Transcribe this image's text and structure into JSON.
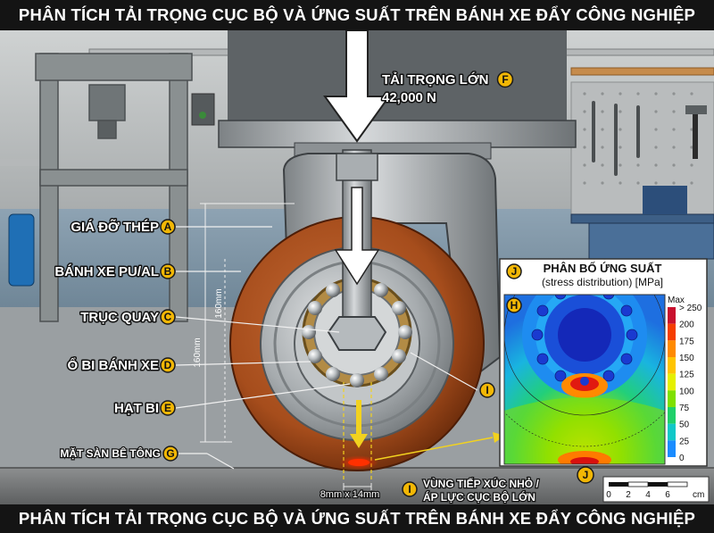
{
  "title_top": "PHÂN TÍCH TẢI TRỌNG CỤC BỘ VÀ ỨNG SUẤT TRÊN BÁNH XE ĐẨY CÔNG NGHIỆP",
  "title_bottom": "PHÂN TÍCH TẢI TRỌNG CỤC BỘ VÀ ỨNG SUẤT TRÊN BÁNH XE ĐẨY CÔNG NGHIỆP",
  "load": {
    "label": "TẢI TRỌNG LỚN",
    "value": "42,000 N",
    "badge": "F"
  },
  "labels": {
    "A": {
      "text": "GIÁ ĐỠ THÉP",
      "badge": "A"
    },
    "B": {
      "text": "BÁNH XE PU/AL",
      "badge": "B"
    },
    "C": {
      "text": "TRỤC QUAY",
      "badge": "C"
    },
    "D": {
      "text": "Ổ BI BÁNH XE",
      "badge": "D"
    },
    "E": {
      "text": "HẠT BI",
      "badge": "E"
    },
    "G": {
      "text": "MẶT SÀN BÊ TÔNG",
      "badge": "G"
    },
    "I": {
      "badge": "I"
    },
    "J": {
      "badge": "J"
    },
    "H": {
      "badge": "H"
    }
  },
  "contact": {
    "line1": "VÙNG TIẾP XÚC NHỎ /",
    "line2": "ÁP LỰC CỤC BỘ LỚN",
    "badge": "I",
    "size": "8mm x 14mm"
  },
  "dimension": {
    "outer": "160mm",
    "inner": "160mm"
  },
  "stress": {
    "title": "PHÂN BỐ ỨNG SUẤT",
    "subtitle": "(stress distribution) [MPa]",
    "badge": "J",
    "legend_title": "Max",
    "legend_ticks": [
      "> 250",
      "200",
      "175",
      "150",
      "125",
      "100",
      "75",
      "50",
      "25",
      "0"
    ],
    "legend_colors": [
      "#c8102e",
      "#f53d00",
      "#ff8a00",
      "#ffc400",
      "#e5f000",
      "#7fe000",
      "#1fd06a",
      "#10c8c8",
      "#1a8cff",
      "#1a2bd6"
    ]
  },
  "scale": {
    "ticks": [
      "0",
      "2",
      "4",
      "6"
    ],
    "unit": "cm"
  }
}
